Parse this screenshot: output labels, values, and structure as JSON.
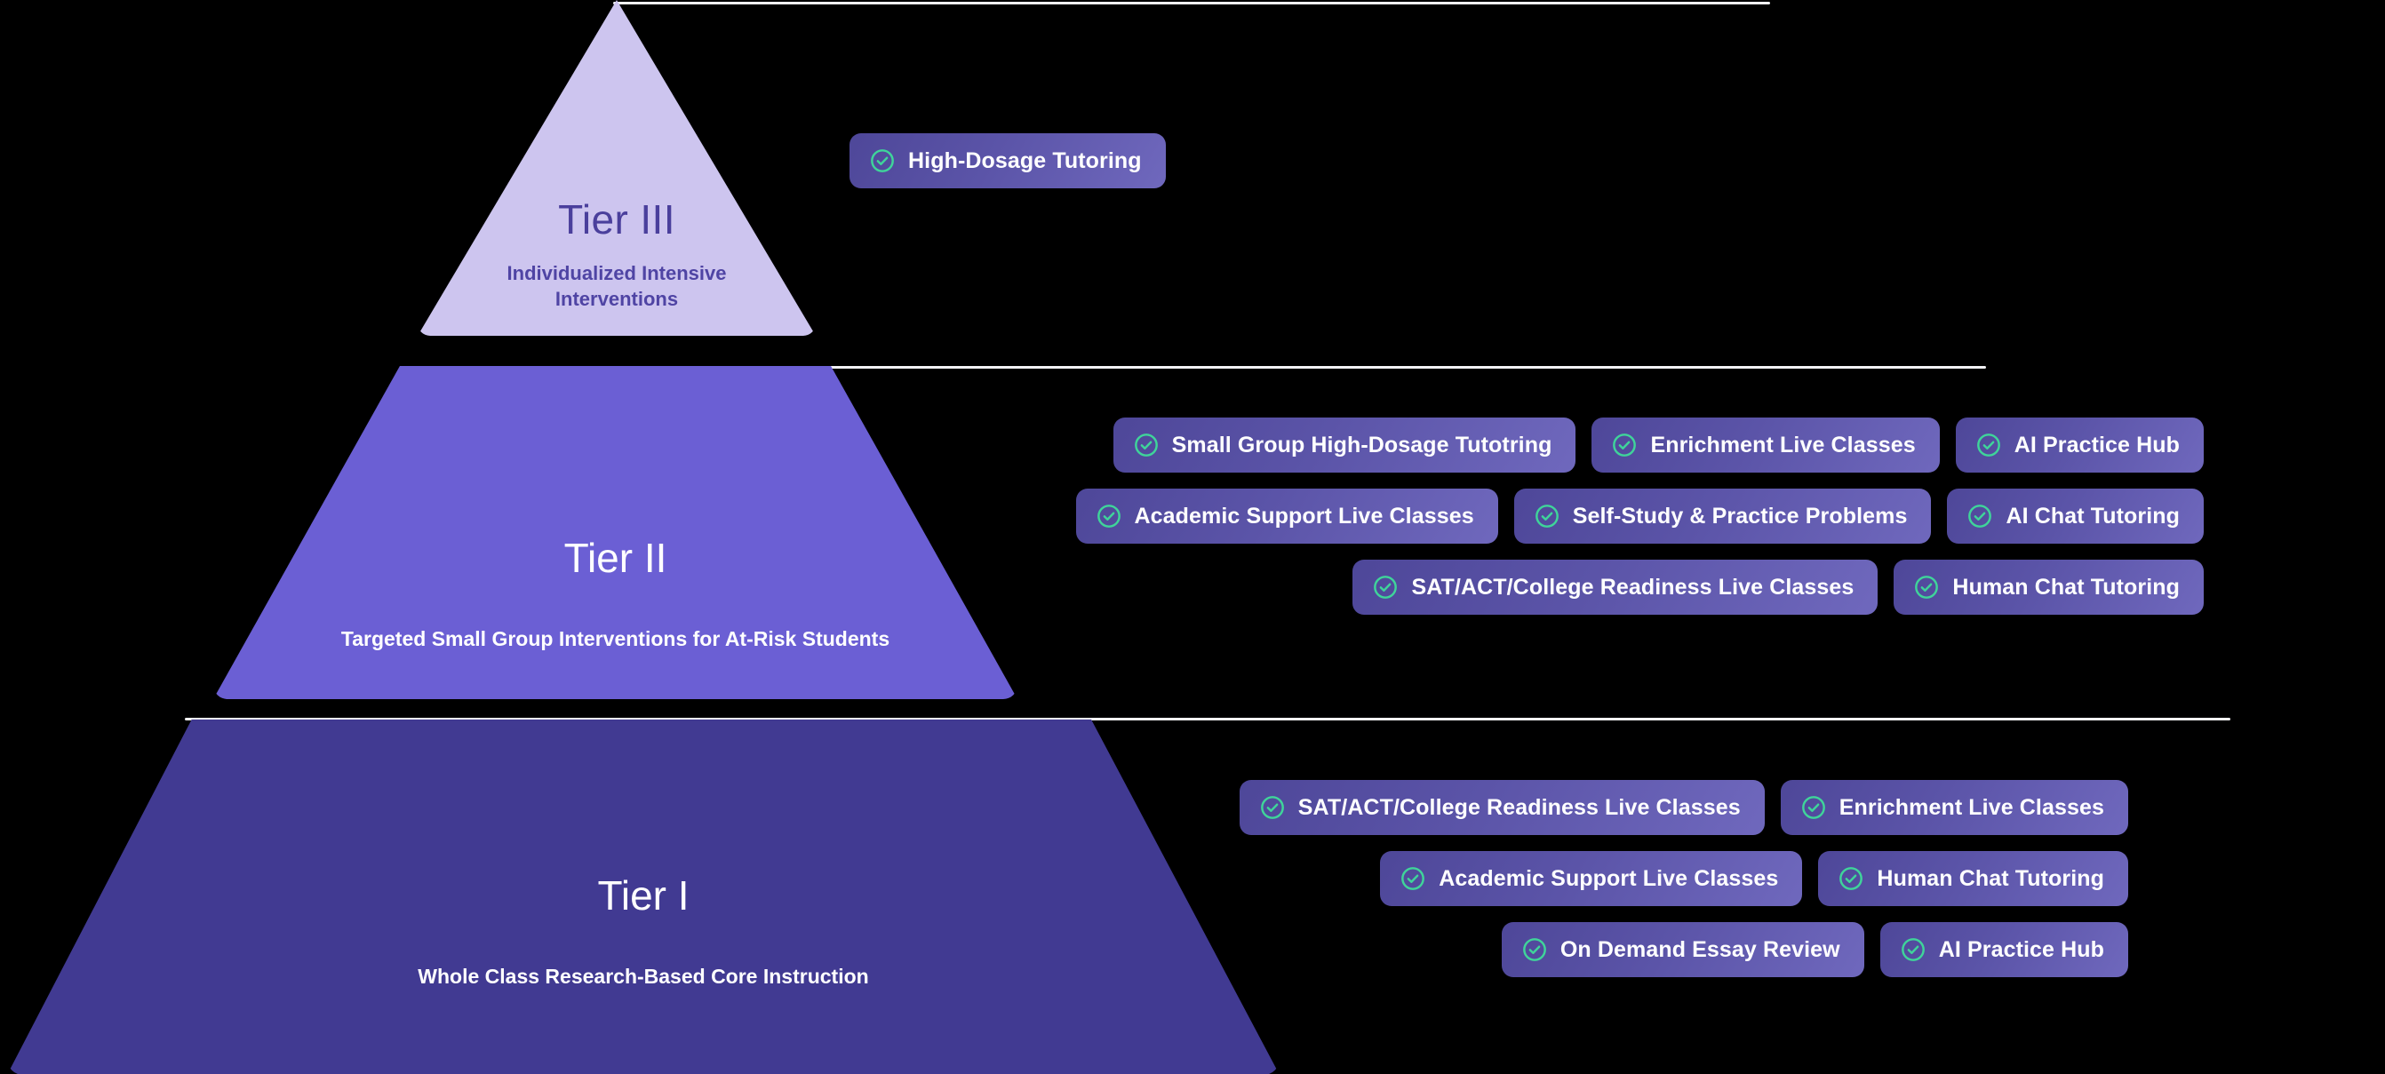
{
  "theme": {
    "background": "#000000",
    "tier3_fill": "#cdc5ef",
    "tier3_text": "#4a3f9c",
    "tier2_fill": "#6b5fd4",
    "tier1_fill": "#413a92",
    "badge_gradient_start": "#4e4799",
    "badge_gradient_end": "#6f68bd",
    "badge_text": "#ffffff",
    "check_accent": "#3fd49a",
    "rule_color": "#f2f2f4"
  },
  "icons": {
    "check_circle": "check-circle-icon"
  },
  "tiers": [
    {
      "id": "tier-3",
      "name": "Tier III",
      "description": "Individualized Intensive Interventions",
      "badge_rows": [
        [
          "High-Dosage Tutoring"
        ]
      ]
    },
    {
      "id": "tier-2",
      "name": "Tier II",
      "description": "Targeted Small Group Interventions for At-Risk Students",
      "badge_rows": [
        [
          "Small Group High-Dosage Tutotring",
          "Enrichment Live Classes",
          "AI Practice Hub"
        ],
        [
          "Academic Support Live Classes",
          "Self-Study & Practice Problems",
          "AI Chat Tutoring"
        ],
        [
          "SAT/ACT/College Readiness Live Classes",
          "Human Chat Tutoring"
        ]
      ]
    },
    {
      "id": "tier-1",
      "name": "Tier I",
      "description": "Whole Class Research-Based Core Instruction",
      "badge_rows": [
        [
          "SAT/ACT/College Readiness Live Classes",
          "Enrichment Live Classes"
        ],
        [
          "Academic Support Live Classes",
          "Human Chat Tutoring"
        ],
        [
          "On Demand Essay Review",
          "AI Practice Hub"
        ]
      ]
    }
  ]
}
